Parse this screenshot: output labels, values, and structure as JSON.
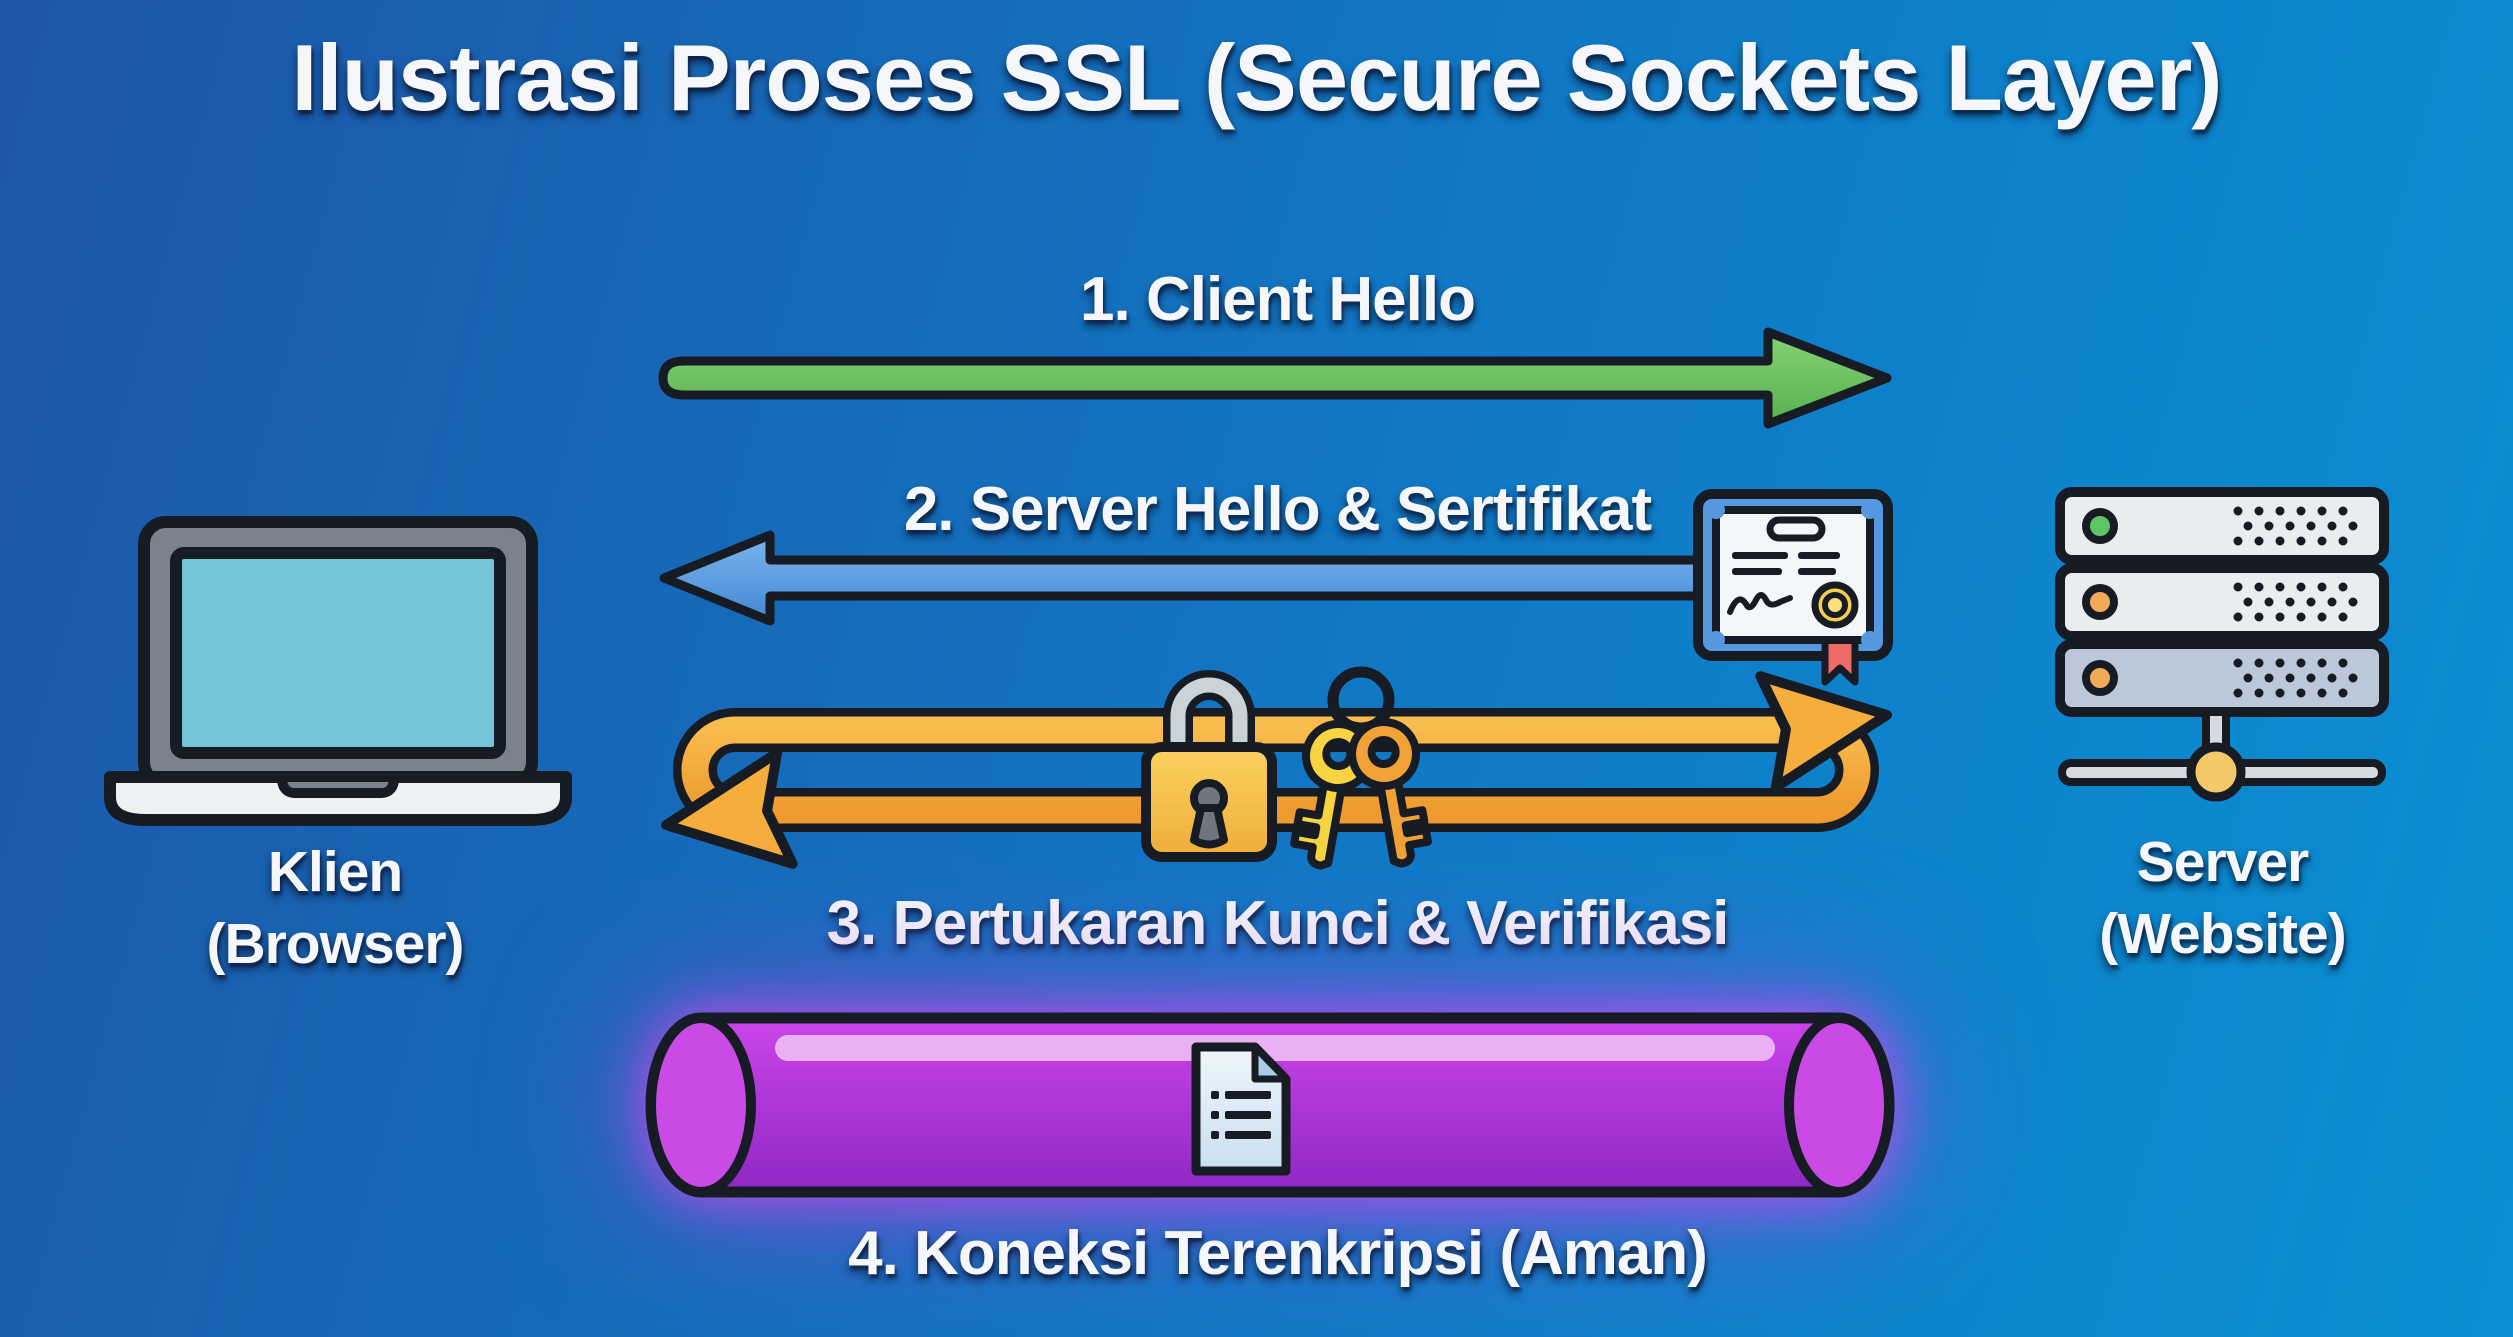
{
  "title": "Ilustrasi Proses SSL (Secure Sockets Layer)",
  "client": {
    "name": "Klien",
    "subtitle": "(Browser)",
    "icon": "laptop-icon"
  },
  "server": {
    "name": "Server",
    "subtitle": "(Website)",
    "icon": "server-rack-icon"
  },
  "steps": [
    {
      "num": "1",
      "label": "1. Client Hello",
      "arrow": "right-from-client",
      "arrow_color": "#6fc266"
    },
    {
      "num": "2",
      "label": "2. Server Hello & Sertifikat",
      "arrow": "left-from-server",
      "arrow_color": "#5b9fe2",
      "icon": "certificate-icon"
    },
    {
      "num": "3",
      "label": "3. Pertukaran Kunci & Verifikasi",
      "arrow": "bidirectional-loop",
      "arrow_color": "#f2a63a",
      "icons": [
        "padlock-icon",
        "keys-icon"
      ]
    },
    {
      "num": "4",
      "label": "4. Koneksi Terenkripsi (Aman)",
      "shape": "glowing-tunnel",
      "color": "#b832d8",
      "icon": "document-icon"
    }
  ],
  "colors": {
    "ink": "#171c24",
    "text": "#f5f7fa",
    "bg-a": "#1e56a8",
    "bg-b": "#1177c4",
    "bg-c": "#0a90d4",
    "green-a": "#85d276",
    "green-b": "#58b050",
    "blue-a": "#7cb5ec",
    "blue-b": "#4288d5",
    "orange-a": "#f8bb4e",
    "orange-b": "#ee9a2e",
    "orange-flat": "#f5ad3c",
    "gold-a": "#fad160",
    "gold-b": "#f0ae3a",
    "silver": "#ccd2da",
    "keyhole-gray": "#70767e",
    "key-yellow": "#f7d440",
    "key-orange": "#f0a236",
    "tube-a": "#cb45e8",
    "tube-b": "#8e28c4",
    "tube-rim": "#c94ae4",
    "tube-highlight": "#f4cdf7",
    "paper": "#f4f7f9",
    "cert-blue": "#5598df",
    "rosette": "#f5ce4e",
    "rosette-in": "#f9df7a",
    "ribbon": "#ee6a64",
    "doc-a": "#eef6fb",
    "doc-b": "#c9dff0",
    "doc-fold": "#aacde6",
    "screen-teal": "#74c5d7",
    "laptop-gray": "#7b828c",
    "base-white": "#eef1f4",
    "unit-white": "#e9edf0",
    "unit-blue": "#bac8da",
    "led-green": "#5ec564",
    "led-orange": "#f2a958",
    "hub-gold": "#f4c869",
    "stand-gray": "#d7dbe0"
  }
}
